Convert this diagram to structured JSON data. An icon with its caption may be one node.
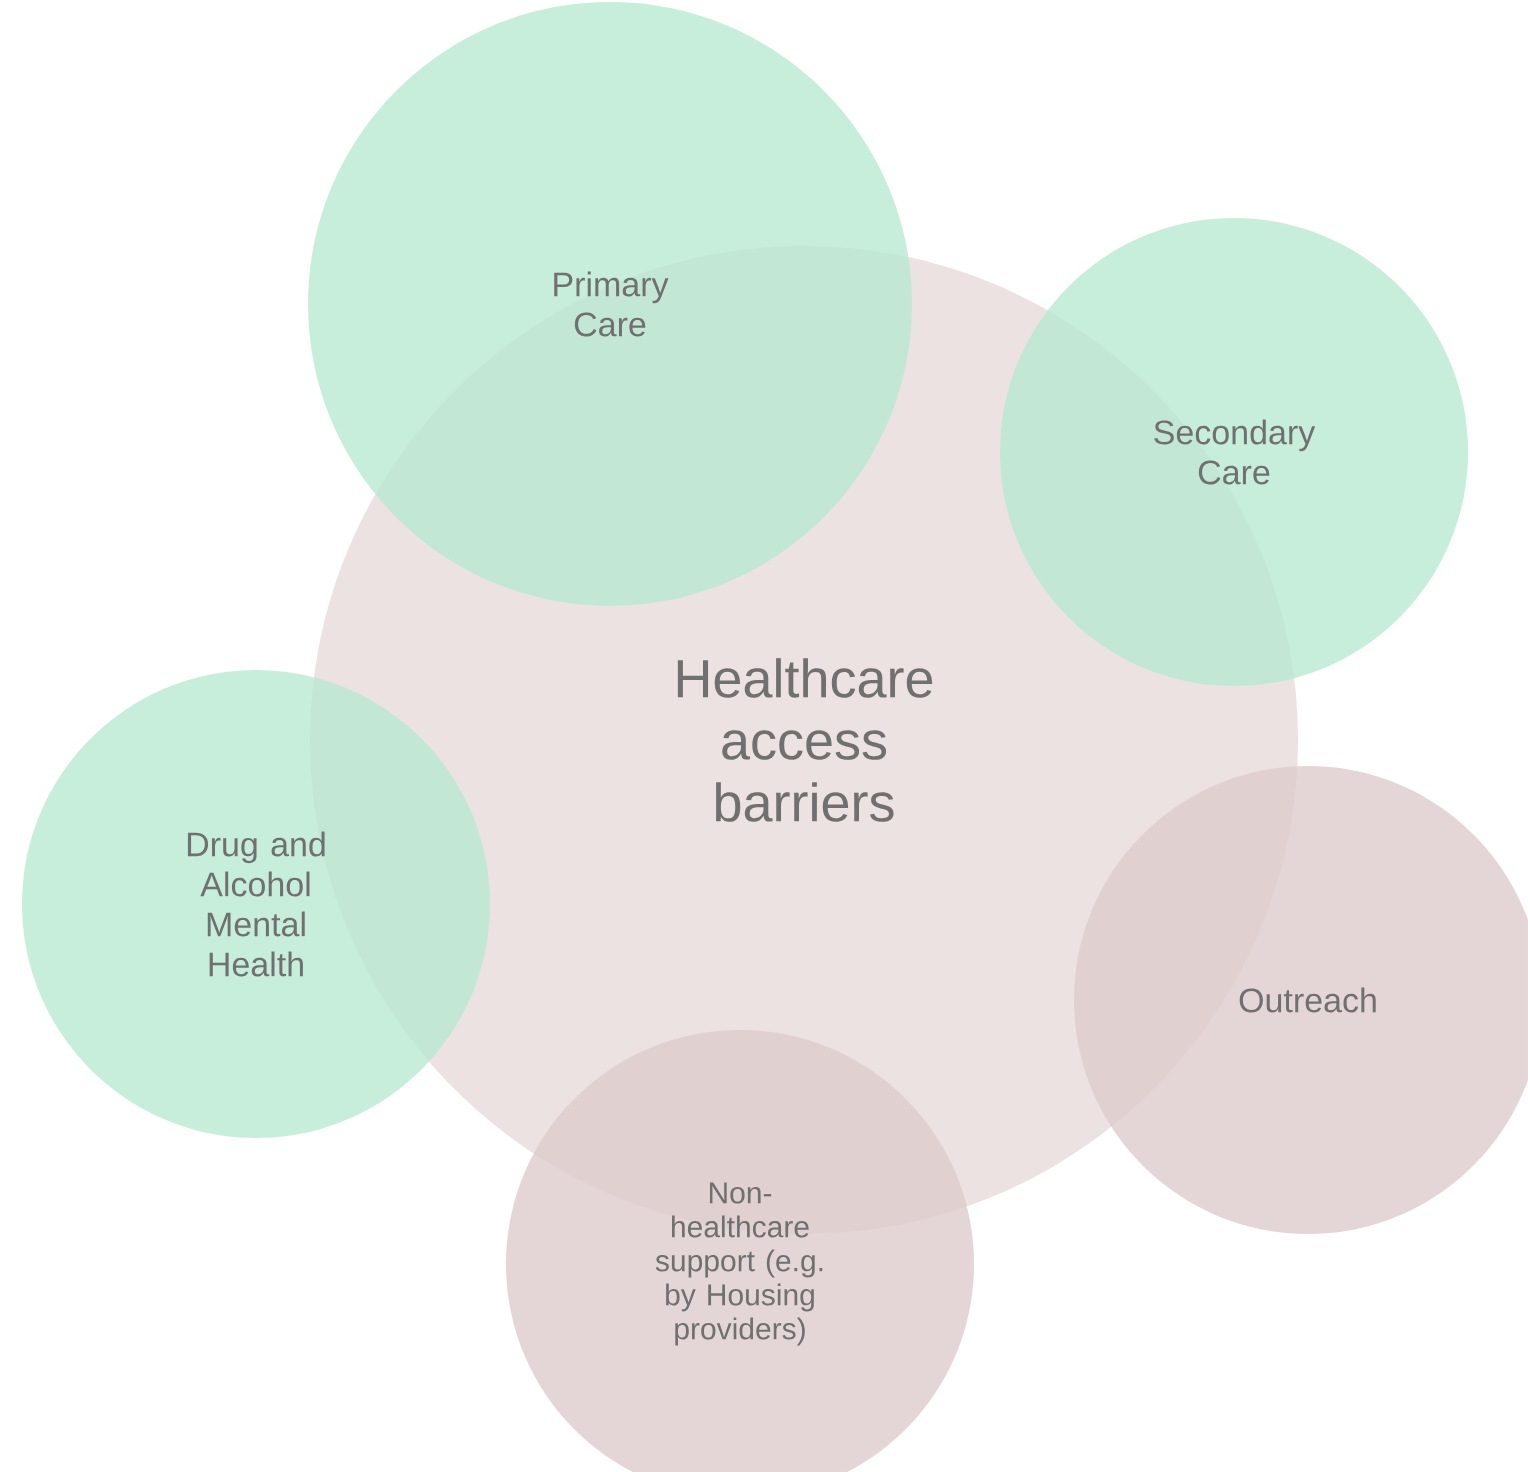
{
  "diagram": {
    "nodes": [
      {
        "text": [
          "Healthcare access barriers"
        ]
      },
      {
        "text": [
          "Primary Care"
        ]
      },
      {
        "text": [
          "Secondary Care"
        ]
      },
      {
        "text": [
          "Drug and Alcohol Mental Health"
        ]
      },
      {
        "text": [
          "Outreach"
        ]
      },
      {
        "text": [
          "Non-healthcare support (e.g. by Housing providers)"
        ]
      }
    ]
  }
}
